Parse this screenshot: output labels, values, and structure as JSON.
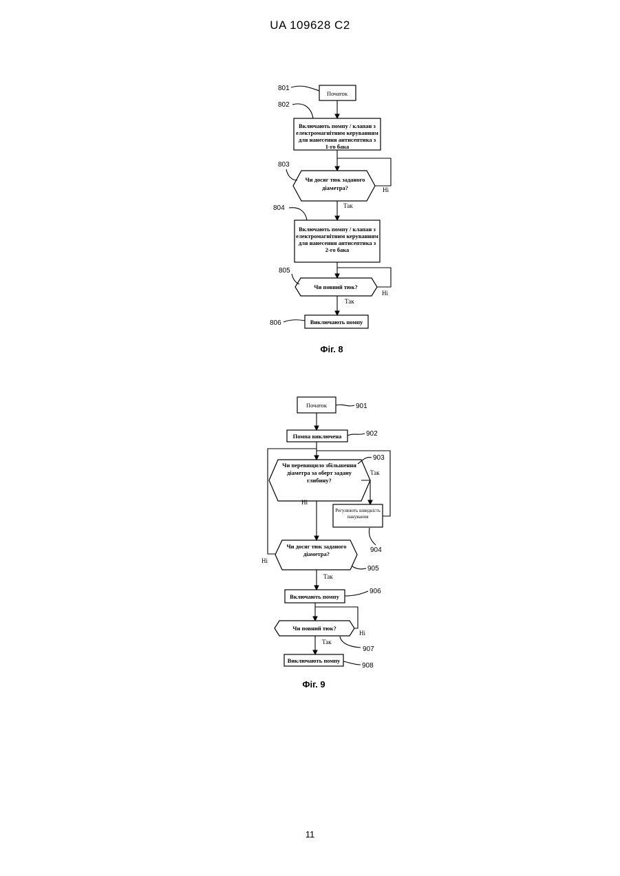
{
  "header": "UA   109628   C2",
  "page_number": "11",
  "fig8": {
    "caption": "Фіг. 8",
    "refs": {
      "r801": "801",
      "r802": "802",
      "r803": "803",
      "r804": "804",
      "r805": "805",
      "r806": "806"
    },
    "start": "Початок",
    "step802": [
      "Включають помпу / клапан з",
      "електромагнітним керуванням",
      "для нанесення антисептика з",
      "1-го бака"
    ],
    "decision803": [
      "Чи досяг тюк заданого",
      "діаметра?"
    ],
    "step804": [
      "Включають помпу / клапан з",
      "електромагнітним керуванням",
      "для нанесення антисептика з",
      "2-го бака"
    ],
    "decision805": "Чи повний тюк?",
    "step806": "Виключають помпу",
    "yes": "Так",
    "no": "Ні"
  },
  "fig9": {
    "caption": "Фіг. 9",
    "refs": {
      "r901": "901",
      "r902": "902",
      "r903": "903",
      "r904": "904",
      "r905": "905",
      "r906": "906",
      "r907": "907",
      "r908": "908"
    },
    "start": "Початок",
    "step902": "Помпа виключена",
    "decision903": [
      "Чи перевищило збільшення",
      "діаметра за оберт задану",
      "глибину?"
    ],
    "step904": [
      "Регулюють швидкість",
      "пакування"
    ],
    "decision905": [
      "Чи досяг тюк заданого",
      "діаметра?"
    ],
    "step906": "Включають помпу",
    "decision907": "Чи повний тюк?",
    "step908": "Виключають помпу",
    "yes": "Так",
    "no": "Ні"
  }
}
